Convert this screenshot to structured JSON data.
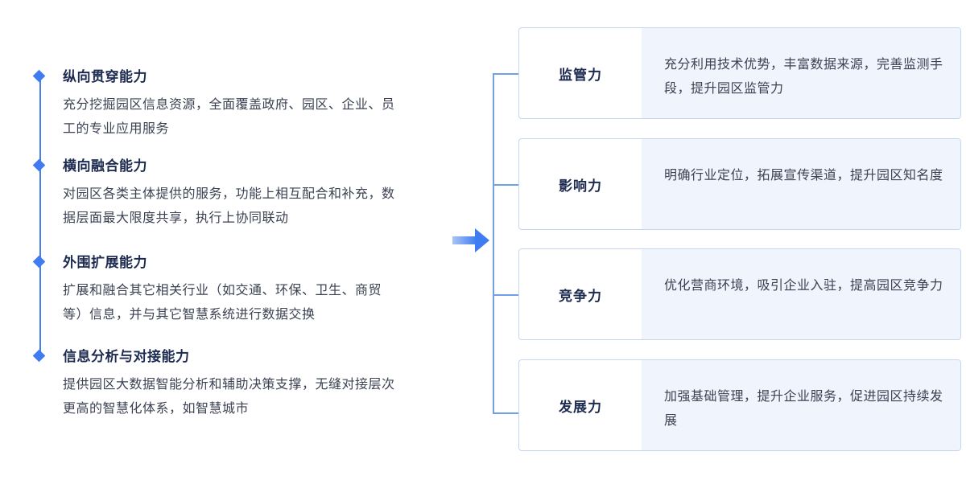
{
  "capabilities": [
    {
      "title": "纵向贯穿能力",
      "desc": "充分挖掘园区信息资源，全面覆盖政府、园区、企业、员工的专业应用服务"
    },
    {
      "title": "横向融合能力",
      "desc": "对园区各类主体提供的服务，功能上相互配合和补充，数据层面最大限度共享，执行上协同联动"
    },
    {
      "title": "外围扩展能力",
      "desc": "扩展和融合其它相关行业（如交通、环保、卫生、商贸等）信息，并与其它智慧系统进行数据交换"
    },
    {
      "title": "信息分析与对接能力",
      "desc": "提供园区大数据智能分析和辅助决策支撑，无缝对接层次更高的智慧化体系，如智慧城市"
    }
  ],
  "outcomes": [
    {
      "label": "监管力",
      "desc": "充分利用技术优势，丰富数据来源，完善监测手段，提升园区监管力"
    },
    {
      "label": "影响力",
      "desc": "明确行业定位，拓展宣传渠道，提升园区知名度"
    },
    {
      "label": "竞争力",
      "desc": "优化营商环境，吸引企业入驻，提高园区竞争力"
    },
    {
      "label": "发展力",
      "desc": "加强基础管理，提升企业服务，促进园区持续发展"
    }
  ],
  "colors": {
    "accent": "#3f7cf1",
    "card_border": "#c7d6f0",
    "card_desc_bg": "#eff4fd",
    "title_text": "#1d2b50",
    "body_text": "#3b4252"
  },
  "icons": {
    "marker": "diamond-icon",
    "connector": "right-arrow-icon"
  }
}
